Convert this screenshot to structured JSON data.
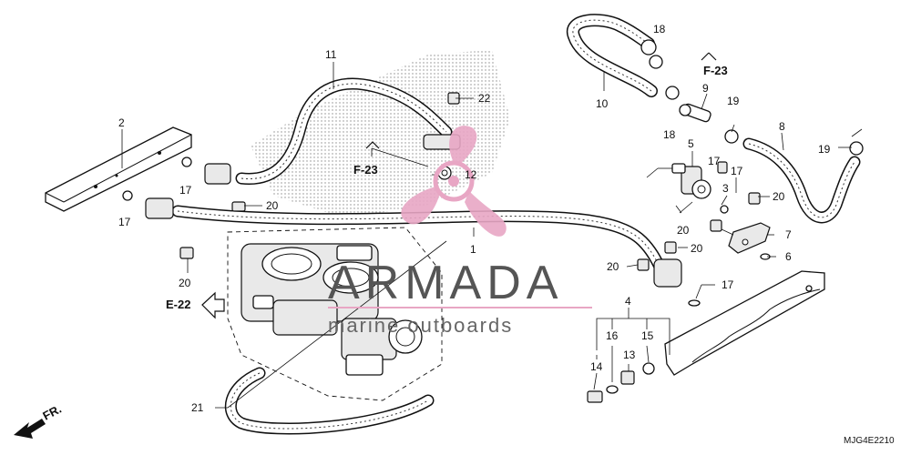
{
  "diagram": {
    "drawing_code": "MJG4E2210",
    "direction_label": "FR.",
    "references": [
      "F-23",
      "F-23",
      "E-22"
    ],
    "part_numbers": [
      "1",
      "2",
      "3",
      "4",
      "5",
      "6",
      "7",
      "8",
      "9",
      "10",
      "11",
      "12",
      "13",
      "14",
      "15",
      "16",
      "17",
      "18",
      "19",
      "20",
      "21",
      "22"
    ]
  },
  "watermark": {
    "brand": "ARMADA",
    "tagline": "marine outboards",
    "accent_color": "#e8a6c4"
  }
}
